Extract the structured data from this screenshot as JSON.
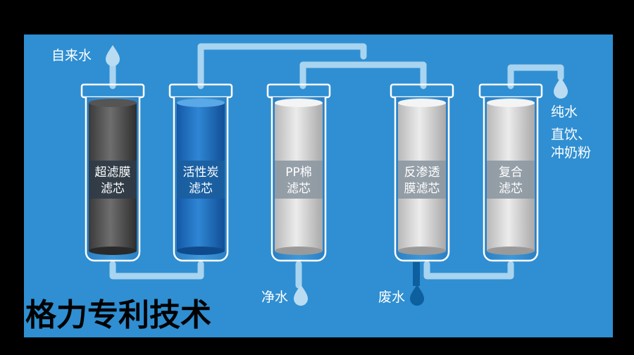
{
  "colors": {
    "panel": "#2f8fd2",
    "pipe": "#a8d4f0",
    "drop_light": "#b9dcf3",
    "drop_dark": "#0e5f9e"
  },
  "filters": [
    {
      "id": "uf",
      "line1": "超滤膜",
      "line2": "滤芯",
      "core": "dark-gray"
    },
    {
      "id": "carbon",
      "line1": "活性炭",
      "line2": "滤芯",
      "core": "blue"
    },
    {
      "id": "pp",
      "line1": "PP棉",
      "line2": "滤芯",
      "core": "light-gray"
    },
    {
      "id": "ro",
      "line1": "反渗透",
      "line2": "膜滤芯",
      "core": "light-gray"
    },
    {
      "id": "composite",
      "line1": "复合",
      "line2": "滤芯",
      "core": "light-gray"
    }
  ],
  "labels": {
    "tap_water": "自来水",
    "clean_water": "净水",
    "waste_water": "废水",
    "pure_water": "纯水",
    "drink_line1": "直饮、",
    "drink_line2": "冲奶粉",
    "brand": "格力专利技术"
  },
  "icons": {
    "tap_drop": "water-drop-icon",
    "clean_drop": "water-drop-icon",
    "waste_drop": "waste-water-drop-icon",
    "pure_drop": "water-drop-icon"
  }
}
